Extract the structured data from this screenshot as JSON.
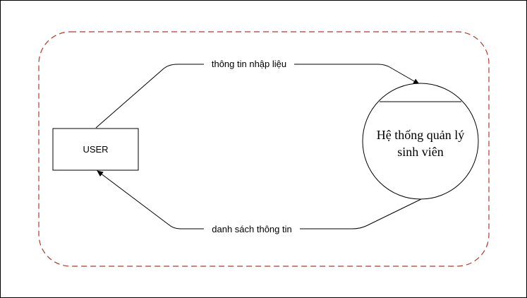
{
  "diagram": {
    "entity": {
      "label": "USER"
    },
    "process": {
      "line1": "Hệ thống quản lý",
      "line2": "sinh viên"
    },
    "flows": {
      "top_label": "thông tin nhập liệu",
      "bottom_label": "danh sách thông tin"
    },
    "colors": {
      "boundary": "#b03a2e",
      "stroke": "#000000",
      "background": "#ffffff"
    }
  }
}
